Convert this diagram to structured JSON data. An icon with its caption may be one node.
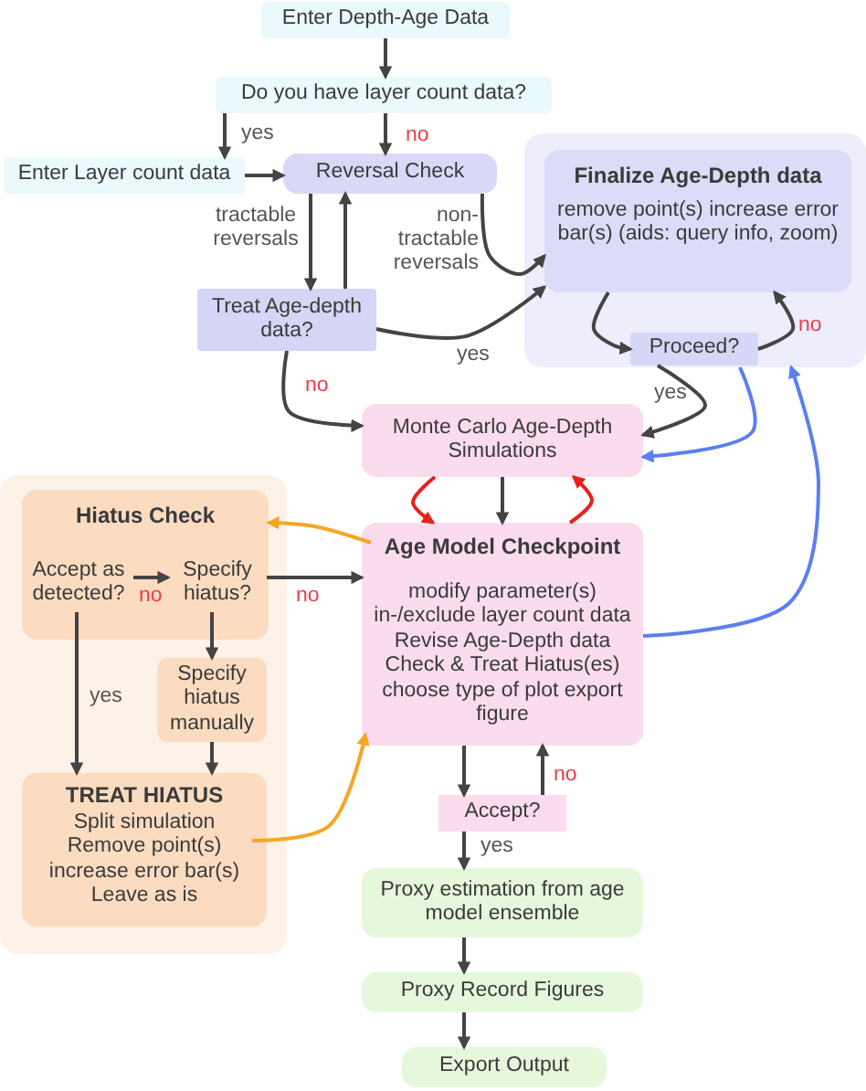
{
  "diagram": {
    "nodes": [
      {
        "text": [
          "Enter Depth-Age Data"
        ]
      },
      {
        "text": [
          "Do you have layer count data?"
        ]
      },
      {
        "text": [
          "Enter Layer count data"
        ]
      },
      {
        "text": [
          "Reversal Check"
        ]
      },
      {
        "text": [
          "Treat Age-depth data?"
        ]
      },
      {
        "text": [],
        "shape": "box"
      },
      {
        "text": [
          "Finalize Age-Depth data",
          "remove point(s) increase error bar(s) (aids: query info, zoom)"
        ],
        "in": 5
      },
      {
        "text": [
          "Proceed?"
        ],
        "in": 5
      },
      {
        "text": [
          "Monte Carlo Age-Depth Simulations"
        ]
      },
      {
        "text": [],
        "shape": "box"
      },
      {
        "text": [
          "Hiatus Check"
        ],
        "in": 9
      },
      {
        "text": [
          "Accept as detected?"
        ],
        "in": 10
      },
      {
        "text": [
          "Specify hiatus?"
        ],
        "in": 10
      },
      {
        "text": [
          "Specify hiatus manually"
        ],
        "in": 9
      },
      {
        "text": [
          "TREAT HIATUS",
          "Split simulation Remove point(s) increase error bar(s) Leave as is"
        ],
        "in": 9
      },
      {
        "text": [
          "Age Model Checkpoint",
          "modify parameter(s) in-/exclude layer count data Revise Age-Depth data Check & Treat Hiatus(es) choose type of plot export figure"
        ]
      },
      {
        "text": [
          "Accept?"
        ]
      },
      {
        "text": [
          "Proxy estimation from age model ensemble"
        ]
      },
      {
        "text": [
          "Proxy Record Figures"
        ]
      },
      {
        "text": [
          "Export Output"
        ]
      }
    ],
    "edges": [
      {
        "from": 0,
        "to": 1,
        "arrow": "to"
      },
      {
        "from": 1,
        "to": 2,
        "arrow": "to",
        "label": "yes"
      },
      {
        "from": 1,
        "to": 3,
        "arrow": "to",
        "label": "no"
      },
      {
        "from": 2,
        "to": 3,
        "arrow": "to"
      },
      {
        "from": 3,
        "to": 4,
        "arrow": "to",
        "label": "tractable reversals"
      },
      {
        "from": 4,
        "to": 3,
        "arrow": "to"
      },
      {
        "from": 3,
        "to": 6,
        "arrow": "to",
        "label": "non-tractable reversals"
      },
      {
        "from": 4,
        "to": 6,
        "arrow": "to",
        "label": "yes"
      },
      {
        "from": 6,
        "to": 7,
        "arrow": "to"
      },
      {
        "from": 7,
        "to": 6,
        "arrow": "to",
        "label": "no"
      },
      {
        "from": 4,
        "to": 8,
        "arrow": "to",
        "label": "no"
      },
      {
        "from": 7,
        "to": 8,
        "arrow": "to",
        "label": "yes"
      },
      {
        "from": 5,
        "to": 8,
        "arrow": "to",
        "color": "#5b7ff0"
      },
      {
        "from": 15,
        "to": 5,
        "arrow": "to",
        "color": "#5b7ff0"
      },
      {
        "from": 8,
        "to": 15,
        "arrow": "to"
      },
      {
        "from": 8,
        "to": 15,
        "arrow": "to",
        "color": "#e8201c"
      },
      {
        "from": 15,
        "to": 8,
        "arrow": "to",
        "color": "#e8201c"
      },
      {
        "from": 15,
        "to": 10,
        "arrow": "to",
        "color": "#f5a623"
      },
      {
        "from": 11,
        "to": 12,
        "arrow": "to",
        "label": "no"
      },
      {
        "from": 12,
        "to": 15,
        "arrow": "to",
        "label": "no"
      },
      {
        "from": 12,
        "to": 13,
        "arrow": "to"
      },
      {
        "from": 11,
        "to": 14,
        "arrow": "to",
        "label": "yes"
      },
      {
        "from": 13,
        "to": 14,
        "arrow": "to"
      },
      {
        "from": 14,
        "to": 15,
        "arrow": "to",
        "color": "#f5a623"
      },
      {
        "from": 15,
        "to": 16,
        "arrow": "to"
      },
      {
        "from": 16,
        "to": 15,
        "arrow": "to",
        "label": "no"
      },
      {
        "from": 16,
        "to": 17,
        "arrow": "to",
        "label": "yes"
      },
      {
        "from": 17,
        "to": 18,
        "arrow": "to"
      },
      {
        "from": 18,
        "to": 19,
        "arrow": "to"
      }
    ]
  }
}
